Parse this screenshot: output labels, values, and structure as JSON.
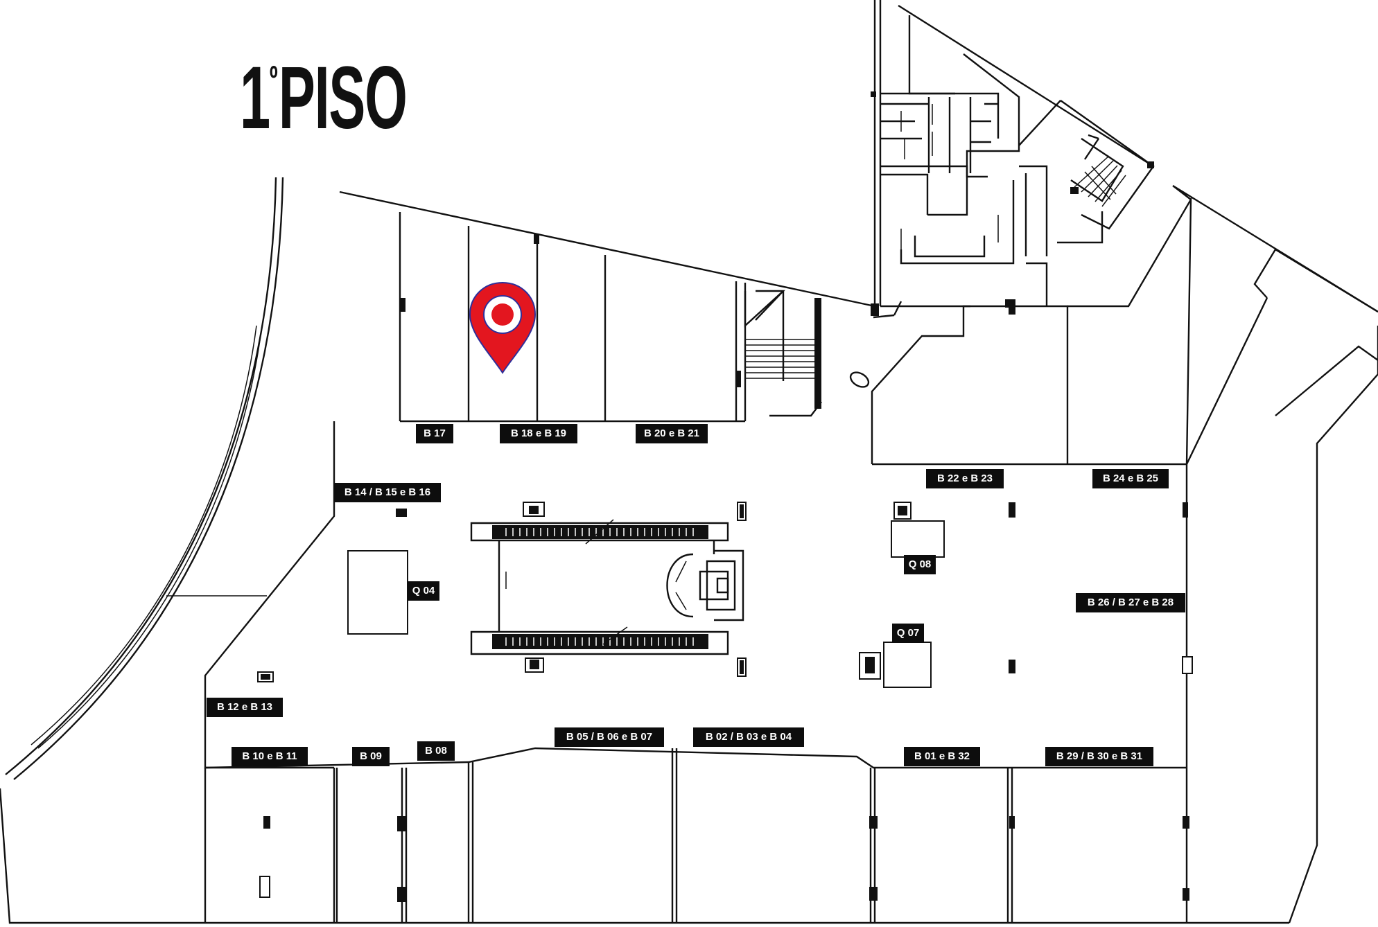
{
  "floor": {
    "number": "1",
    "ordinal": "º",
    "name": "PISO"
  },
  "colors": {
    "ink": "#111111",
    "label_bg": "#0d0d0d",
    "label_text": "#ffffff",
    "pin": "#e3161f",
    "pin_outline": "#2f2f9a"
  },
  "marker": {
    "icon": "location-pin-icon",
    "store": "B 18 e B 19"
  },
  "stores": {
    "b17": "B 17",
    "b18_b19": "B 18 e B 19",
    "b20_b21": "B 20 e B 21",
    "b14_b16": "B 14 / B 15 e B 16",
    "b22_b23": "B 22 e B 23",
    "b24_b25": "B 24 e B 25",
    "b26_b28": "B 26 / B 27 e B 28",
    "b12_b13": "B 12 e B 13",
    "b10_b11": "B 10 e B 11",
    "b09": "B 09",
    "b08": "B 08",
    "b05_b07": "B 05 / B 06 e B 07",
    "b02_b04": "B 02 / B 03 e B 04",
    "b01_b32": "B 01 e B 32",
    "b29_b31": "B 29 / B 30 e B 31"
  },
  "kiosks": {
    "q04": "Q 04",
    "q07": "Q 07",
    "q08": "Q 08"
  }
}
